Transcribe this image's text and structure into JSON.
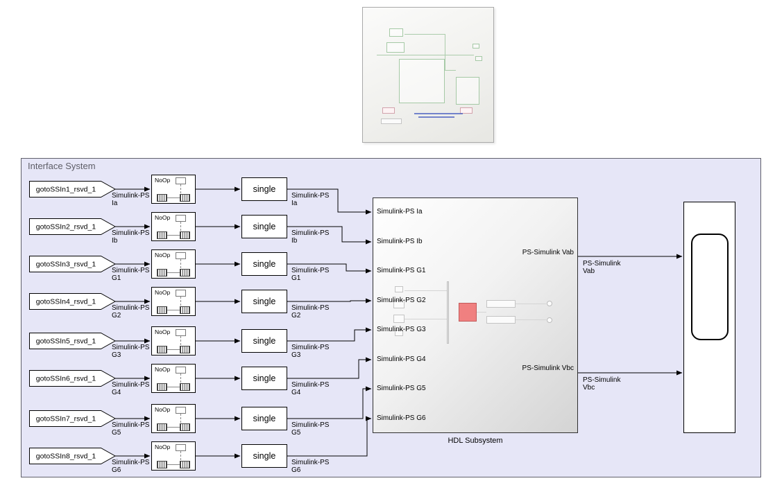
{
  "interface_system": {
    "title": "Interface System"
  },
  "rows": [
    {
      "goto": "gotoSSIn1_rsvd_1",
      "noop": "NoOp",
      "convert": "single",
      "signal": "Simulink-PS Ia"
    },
    {
      "goto": "gotoSSIn2_rsvd_1",
      "noop": "NoOp",
      "convert": "single",
      "signal": "Simulink-PS Ib"
    },
    {
      "goto": "gotoSSIn3_rsvd_1",
      "noop": "NoOp",
      "convert": "single",
      "signal": "Simulink-PS G1"
    },
    {
      "goto": "gotoSSIn4_rsvd_1",
      "noop": "NoOp",
      "convert": "single",
      "signal": "Simulink-PS G2"
    },
    {
      "goto": "gotoSSIn5_rsvd_1",
      "noop": "NoOp",
      "convert": "single",
      "signal": "Simulink-PS G3"
    },
    {
      "goto": "gotoSSIn6_rsvd_1",
      "noop": "NoOp",
      "convert": "single",
      "signal": "Simulink-PS G4"
    },
    {
      "goto": "gotoSSIn7_rsvd_1",
      "noop": "NoOp",
      "convert": "single",
      "signal": "Simulink-PS G5"
    },
    {
      "goto": "gotoSSIn8_rsvd_1",
      "noop": "NoOp",
      "convert": "single",
      "signal": "Simulink-PS G6"
    }
  ],
  "hdl_subsystem": {
    "label": "HDL Subsystem",
    "input_ports": [
      "Simulink-PS Ia",
      "Simulink-PS Ib",
      "Simulink-PS G1",
      "Simulink-PS G2",
      "Simulink-PS G3",
      "Simulink-PS G4",
      "Simulink-PS G5",
      "Simulink-PS G6"
    ],
    "output_ports": [
      "PS-Simulink Vab",
      "PS-Simulink Vbc"
    ]
  },
  "output_signals": [
    {
      "label": "PS-Simulink Vab"
    },
    {
      "label": "PS-Simulink Vbc"
    }
  ],
  "colors": {
    "area_fill": "#e6e6f7",
    "hdl_highlight": "#f08080"
  }
}
